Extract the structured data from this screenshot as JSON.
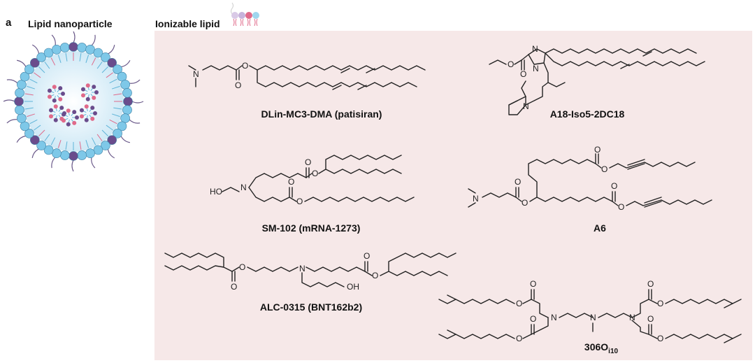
{
  "panel_letter": "a",
  "lnp_title": "Lipid nanoparticle",
  "ionizable_title": "Ionizable lipid",
  "compounds": {
    "mc3": "DLin-MC3-DMA (patisiran)",
    "a18": "A18-Iso5-2DC18",
    "sm102": "SM-102 (mRNA-1273)",
    "a6": "A6",
    "alc": "ALC-0315 (BNT162b2)",
    "c306_base": "306O",
    "c306_sub": "i10"
  },
  "atoms": {
    "N": "N",
    "O": "O",
    "OH": "OH",
    "HO": "HO"
  },
  "colors": {
    "panel_bg": "#f6e8e8",
    "shell_blue": "#7ec8e8",
    "shell_purple": "#6a4c8c",
    "lipid_pink": "#e06a8a"
  }
}
